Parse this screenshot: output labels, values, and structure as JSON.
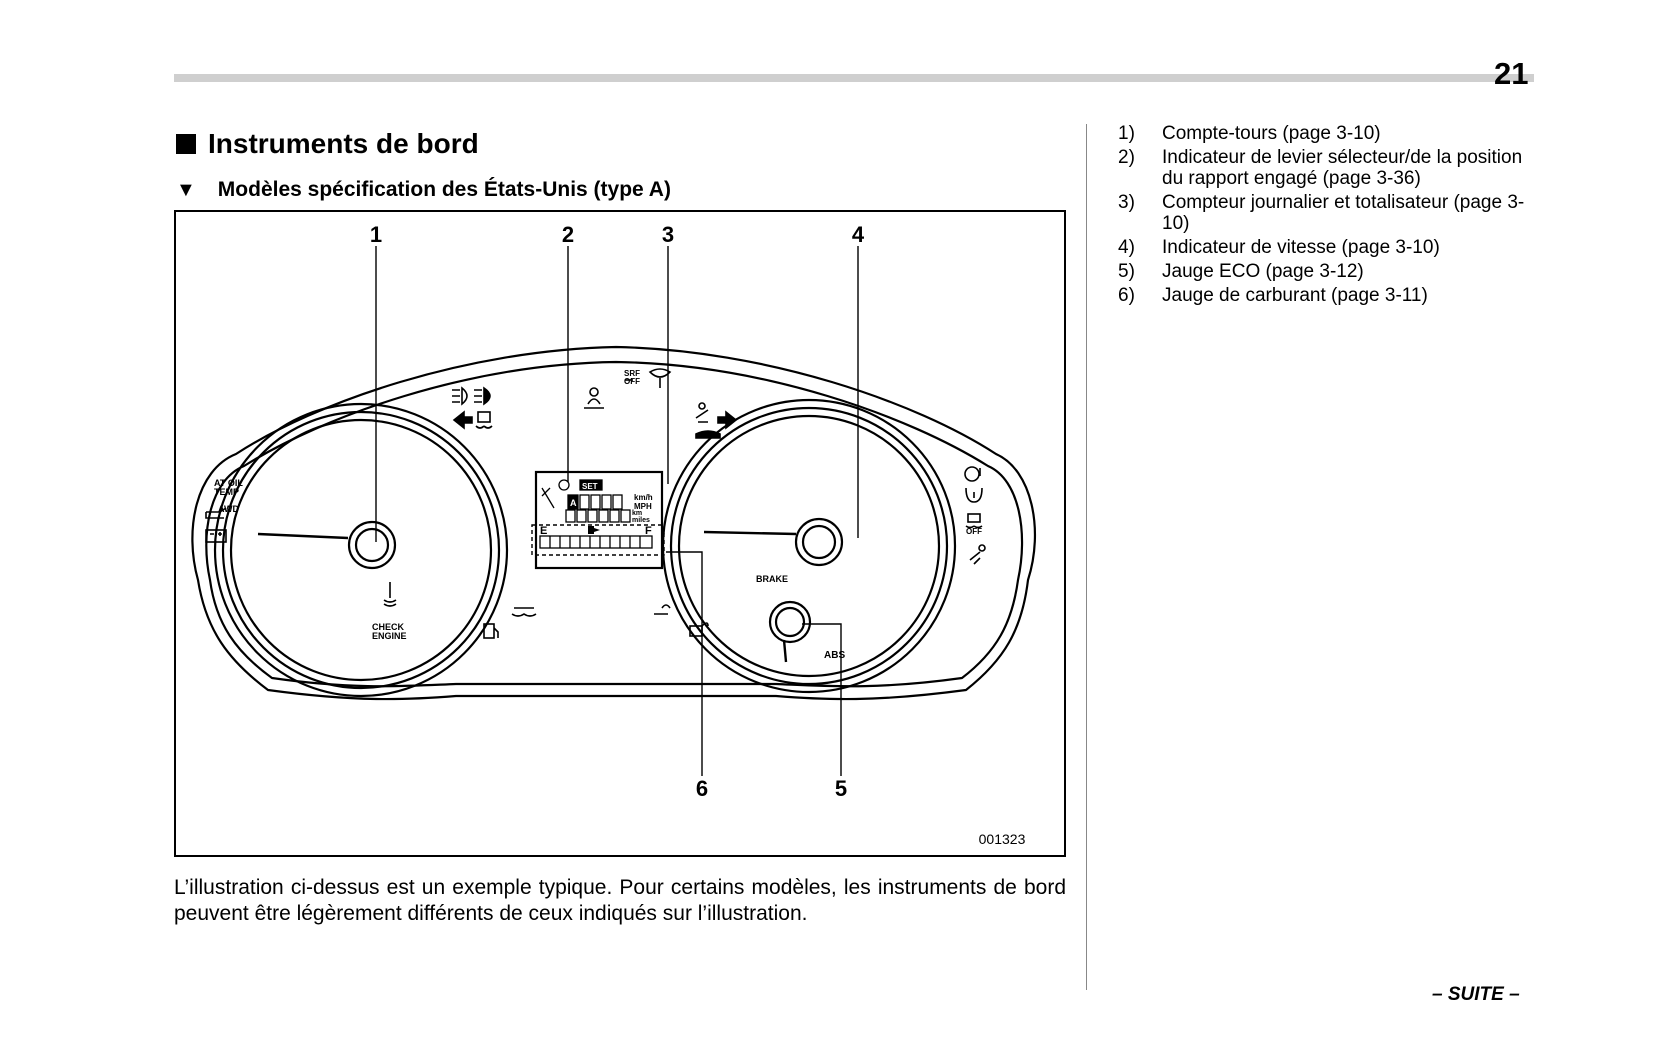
{
  "page_number": "21",
  "section_title": "Instruments de bord",
  "subsection_title": "Modèles spécification des États-Unis (type A)",
  "figure": {
    "figure_id": "001323",
    "callouts": [
      "1",
      "2",
      "3",
      "4",
      "5",
      "6"
    ],
    "labels": {
      "at_oil_temp_1": "AT OIL",
      "at_oil_temp_2": "TEMP",
      "awd": "AWD",
      "check_engine_1": "CHECK",
      "check_engine_2": "ENGINE",
      "brake": "BRAKE",
      "abs": "ABS",
      "srf_off_1": "SRF",
      "srf_off_2": "OFF",
      "off": "OFF",
      "set": "SET",
      "kmh": "km/h",
      "mph": "MPH",
      "km": "km",
      "miles": "miles",
      "fuel_empty": "E",
      "fuel_full": "F",
      "gear_a": "A"
    },
    "icons": [
      "front-fog-light-icon",
      "high-beam-icon",
      "left-turn-arrow-icon",
      "vehicle-dynamics-icon",
      "passenger-airbag-icon",
      "rear-fog-icon",
      "seatbelt-icon",
      "right-turn-arrow-icon",
      "headlight-icon",
      "oil-pressure-icon",
      "battery-icon",
      "coolant-temp-icon",
      "fuel-icon",
      "low-coolant-icon",
      "washer-icon",
      "security-icon",
      "power-steering-icon",
      "tire-pressure-icon",
      "vdc-off-icon",
      "airbag-icon"
    ]
  },
  "caption": "L’illustration ci-dessus est un exemple typique. Pour certains modèles, les instruments de bord peuvent être légèrement différents de ceux indiqués sur l’illustration.",
  "legend": [
    {
      "num": "1)",
      "text": "Compte-tours (page 3-10)"
    },
    {
      "num": "2)",
      "text": "Indicateur de levier sélecteur/de la position du rapport engagé (page 3-36)"
    },
    {
      "num": "3)",
      "text": "Compteur journalier et totalisateur (page 3-10)"
    },
    {
      "num": "4)",
      "text": "Indicateur de vitesse (page 3-10)"
    },
    {
      "num": "5)",
      "text": "Jauge ECO (page 3-12)"
    },
    {
      "num": "6)",
      "text": "Jauge de carburant (page 3-11)"
    }
  ],
  "footer": "– SUITE –"
}
